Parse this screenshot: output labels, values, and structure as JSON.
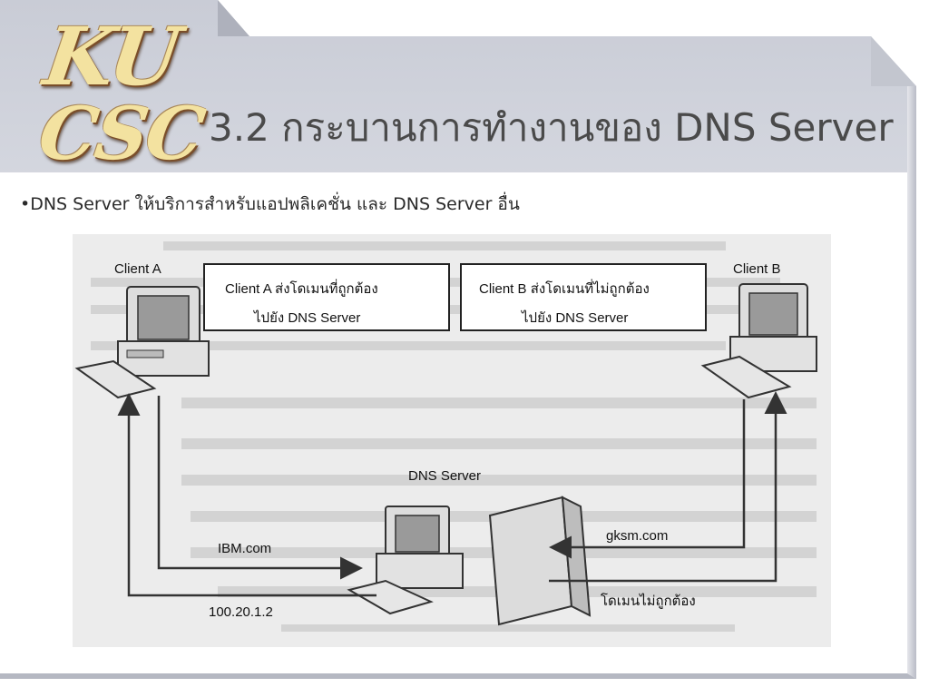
{
  "slide": {
    "logo_top": "KU",
    "logo_bottom": "CSC",
    "title": "3.2 กระบานการทำงานของ DNS Server",
    "bullet": "•DNS Server ให้บริการสำหรับแอปพลิเคชั่น และ DNS Server อื่น"
  },
  "diagram": {
    "client_a": "Client A",
    "client_b": "Client B",
    "dns_server": "DNS Server",
    "box_a_line1": "Client A ส่งโดเมนที่ถูกต้อง",
    "box_a_line2": "ไปยัง DNS Server",
    "box_b_line1": "Client B ส่งโดเมนที่ไม่ถูกต้อง",
    "box_b_line2": "ไปยัง DNS Server",
    "query_a": "IBM.com",
    "reply_a": "100.20.1.2",
    "query_b": "gksm.com",
    "reply_b": "โดเมนไม่ถูกต้อง"
  },
  "colors": {
    "slide_bg": "#d9dbe3",
    "panel_bg": "#ffffff",
    "logo_fill": "#f3e2a0",
    "title": "#4a4a4a"
  }
}
